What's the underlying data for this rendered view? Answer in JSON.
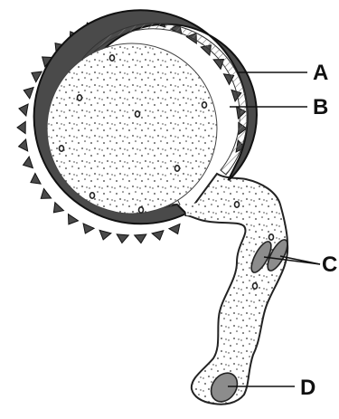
{
  "labels": {
    "a": "A",
    "b": "B",
    "c": "C",
    "d": "D"
  },
  "colors": {
    "exine": "#4a4a4a",
    "exine_outline": "#111111",
    "intine_hatch": "#888888",
    "cytoplasm": "#ffffff",
    "granule": "#333333",
    "nucleus_fill": "#8c8c8c",
    "outline": "#222222"
  }
}
